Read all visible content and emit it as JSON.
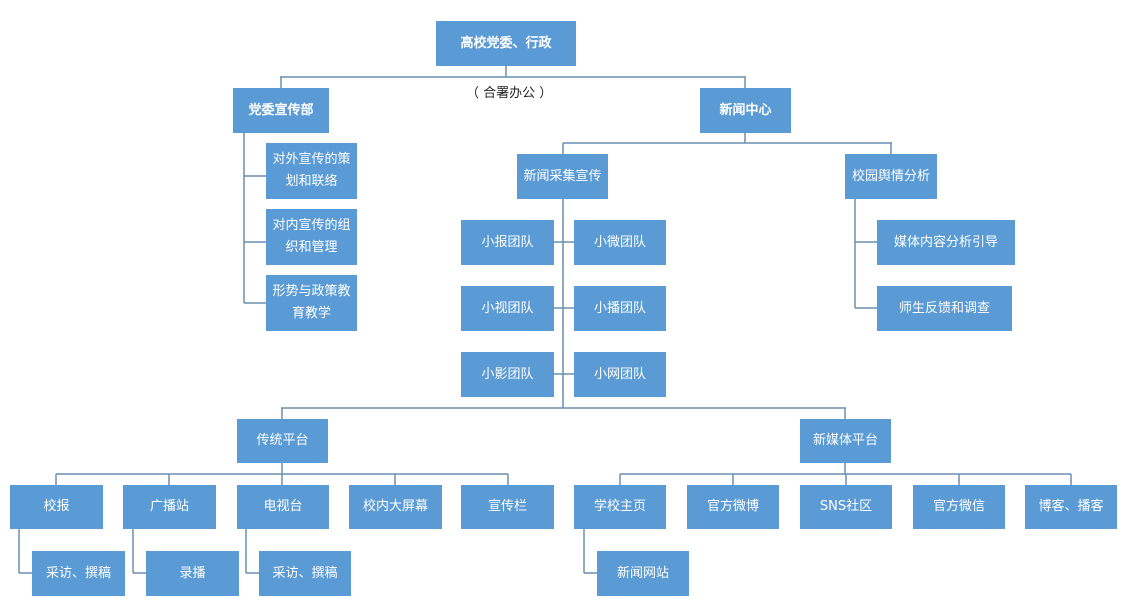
{
  "root": "高校党委、行政",
  "root_note": "（ 合署办公 ）",
  "propaganda_dept": {
    "title": "党委宣传部",
    "items": [
      "对外宣传的策划和联络",
      "对内宣传的组织和管理",
      "形势与政策教育教学"
    ]
  },
  "news_center": {
    "title": "新闻中心",
    "collection": {
      "title": "新闻采集宣传",
      "teams": [
        "小报团队",
        "小微团队",
        "小视团队",
        "小播团队",
        "小影团队",
        "小网团队"
      ]
    },
    "opinion": {
      "title": "校园舆情分析",
      "items": [
        "媒体内容分析引导",
        "师生反馈和调查"
      ]
    }
  },
  "traditional": {
    "title": "传统平台",
    "items": [
      "校报",
      "广播站",
      "电视台",
      "校内大屏幕",
      "宣传栏"
    ],
    "subs": [
      "采访、撰稿",
      "录播",
      "采访、撰稿"
    ]
  },
  "new_media": {
    "title": "新媒体平台",
    "items": [
      "学校主页",
      "官方微博",
      "SNS社区",
      "官方微信",
      "博客、播客"
    ],
    "subs": [
      "新闻网站"
    ]
  }
}
